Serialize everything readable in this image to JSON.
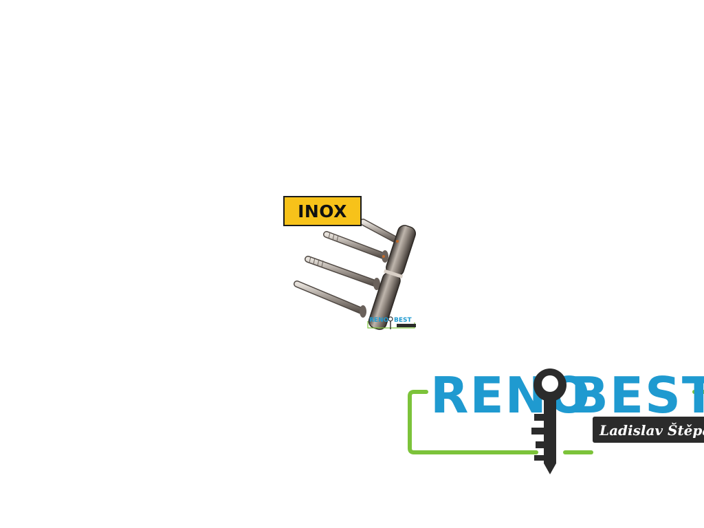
{
  "badge": {
    "label": "INOX",
    "color": "#f7c21a"
  },
  "logo": {
    "brand_left": "RENO",
    "brand_right": "BEST",
    "owner": "Ladislav Štěpán",
    "brand_color": "#1f9ad0",
    "frame_color": "#7cc33a",
    "key_color": "#2b2b2b"
  },
  "icons": {
    "product": "hinge-image",
    "key": "key-icon"
  }
}
